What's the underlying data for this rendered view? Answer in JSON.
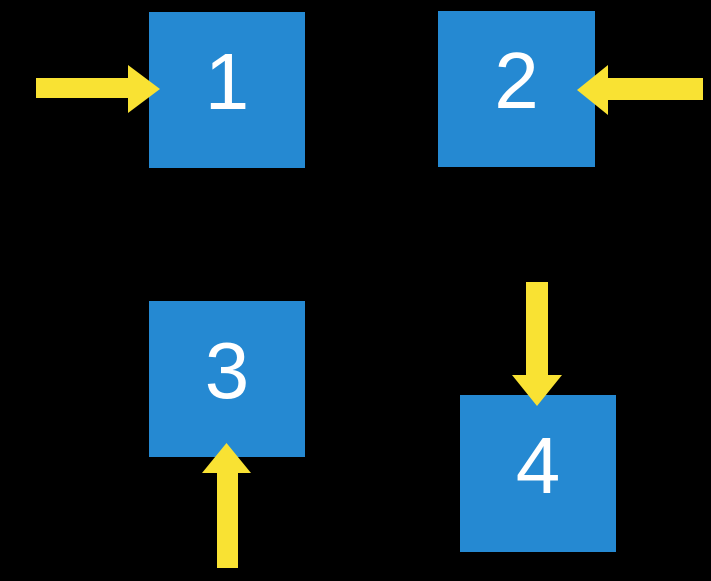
{
  "canvas": {
    "background": "#000000"
  },
  "colors": {
    "square": "#2589D2",
    "arrow": "#F9E233",
    "label": "#FFFFFF"
  },
  "boxes": [
    {
      "label": "1",
      "arrow_icon": "arrow-right-icon",
      "arrow_position": "left-of-box-pointing-right"
    },
    {
      "label": "2",
      "arrow_icon": "arrow-left-icon",
      "arrow_position": "right-of-box-pointing-left"
    },
    {
      "label": "3",
      "arrow_icon": "arrow-up-icon",
      "arrow_position": "below-box-pointing-up"
    },
    {
      "label": "4",
      "arrow_icon": "arrow-down-icon",
      "arrow_position": "above-box-pointing-down"
    }
  ]
}
